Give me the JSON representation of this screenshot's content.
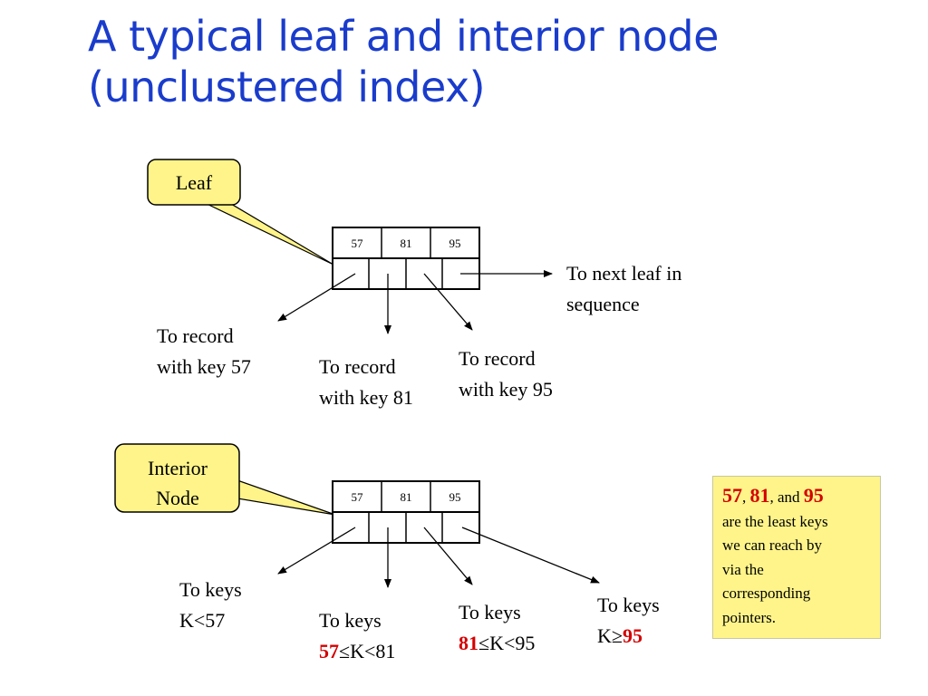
{
  "title": {
    "line1": "A typical leaf and interior node",
    "line2": "(unclustered index)",
    "color": "#1a3ccc"
  },
  "leaf": {
    "label": "Leaf",
    "keys": [
      "57",
      "81",
      "95"
    ],
    "pointers": {
      "r57_l1": "To record",
      "r57_l2": "with key 57",
      "r81_l1": "To record",
      "r81_l2": "with key 81",
      "r95_l1": "To record",
      "r95_l2": "with key 95",
      "next_l1": "To next leaf in",
      "next_l2": "sequence"
    }
  },
  "interior": {
    "label_l1": "Interior",
    "label_l2": "Node",
    "keys": [
      "57",
      "81",
      "95"
    ],
    "pointers": {
      "p1_l1": "To keys",
      "p1_l2": "K<57",
      "p2_l1": "To keys",
      "p2_bold": "57",
      "p2_rest": "≤K<81",
      "p3_l1": "To keys",
      "p3_bold": "81",
      "p3_rest": "≤K<95",
      "p4_l1": "To keys",
      "p4_pre": "K≥",
      "p4_bold": "95"
    }
  },
  "note": {
    "k1": "57",
    "sep1": ", ",
    "k2": "81",
    "sep2": ", and ",
    "k3": "95",
    "line2": "are the least keys",
    "line3": "we can reach by",
    "line4": "via the",
    "line5": "corresponding",
    "line6": "pointers."
  },
  "colors": {
    "callout_fill": "#fef48a",
    "highlight_key": "#d40000",
    "note_fill": "#fef48a"
  }
}
